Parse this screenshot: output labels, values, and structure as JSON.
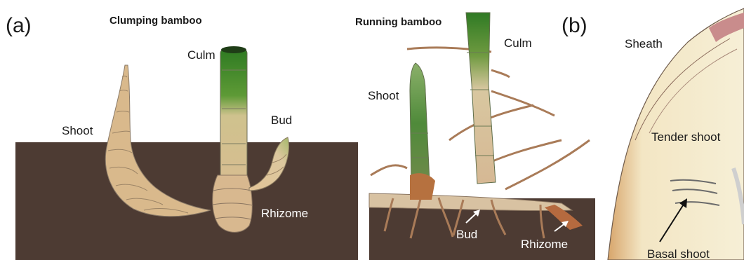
{
  "panels": {
    "a": "(a)",
    "b": "(b)"
  },
  "titles": {
    "clumping": "Clumping bamboo",
    "running": "Running bamboo"
  },
  "clumping_labels": {
    "culm": "Culm",
    "shoot": "Shoot",
    "bud": "Bud",
    "rhizome": "Rhizome"
  },
  "running_labels": {
    "culm": "Culm",
    "shoot": "Shoot",
    "bud": "Bud",
    "rhizome": "Rhizome"
  },
  "shoot_section_labels": {
    "sheath": "Sheath",
    "tender_shoot": "Tender shoot",
    "basal_shoot": "Basal shoot"
  },
  "colors": {
    "soil": "#4d3b33",
    "culm_tan": "#d9c39a",
    "culm_green": "#3f8a2e",
    "rhizome_brown": "#9a5a3a",
    "sheath_pink": "#c98c8c",
    "shoot_cream": "#f6efd6"
  }
}
